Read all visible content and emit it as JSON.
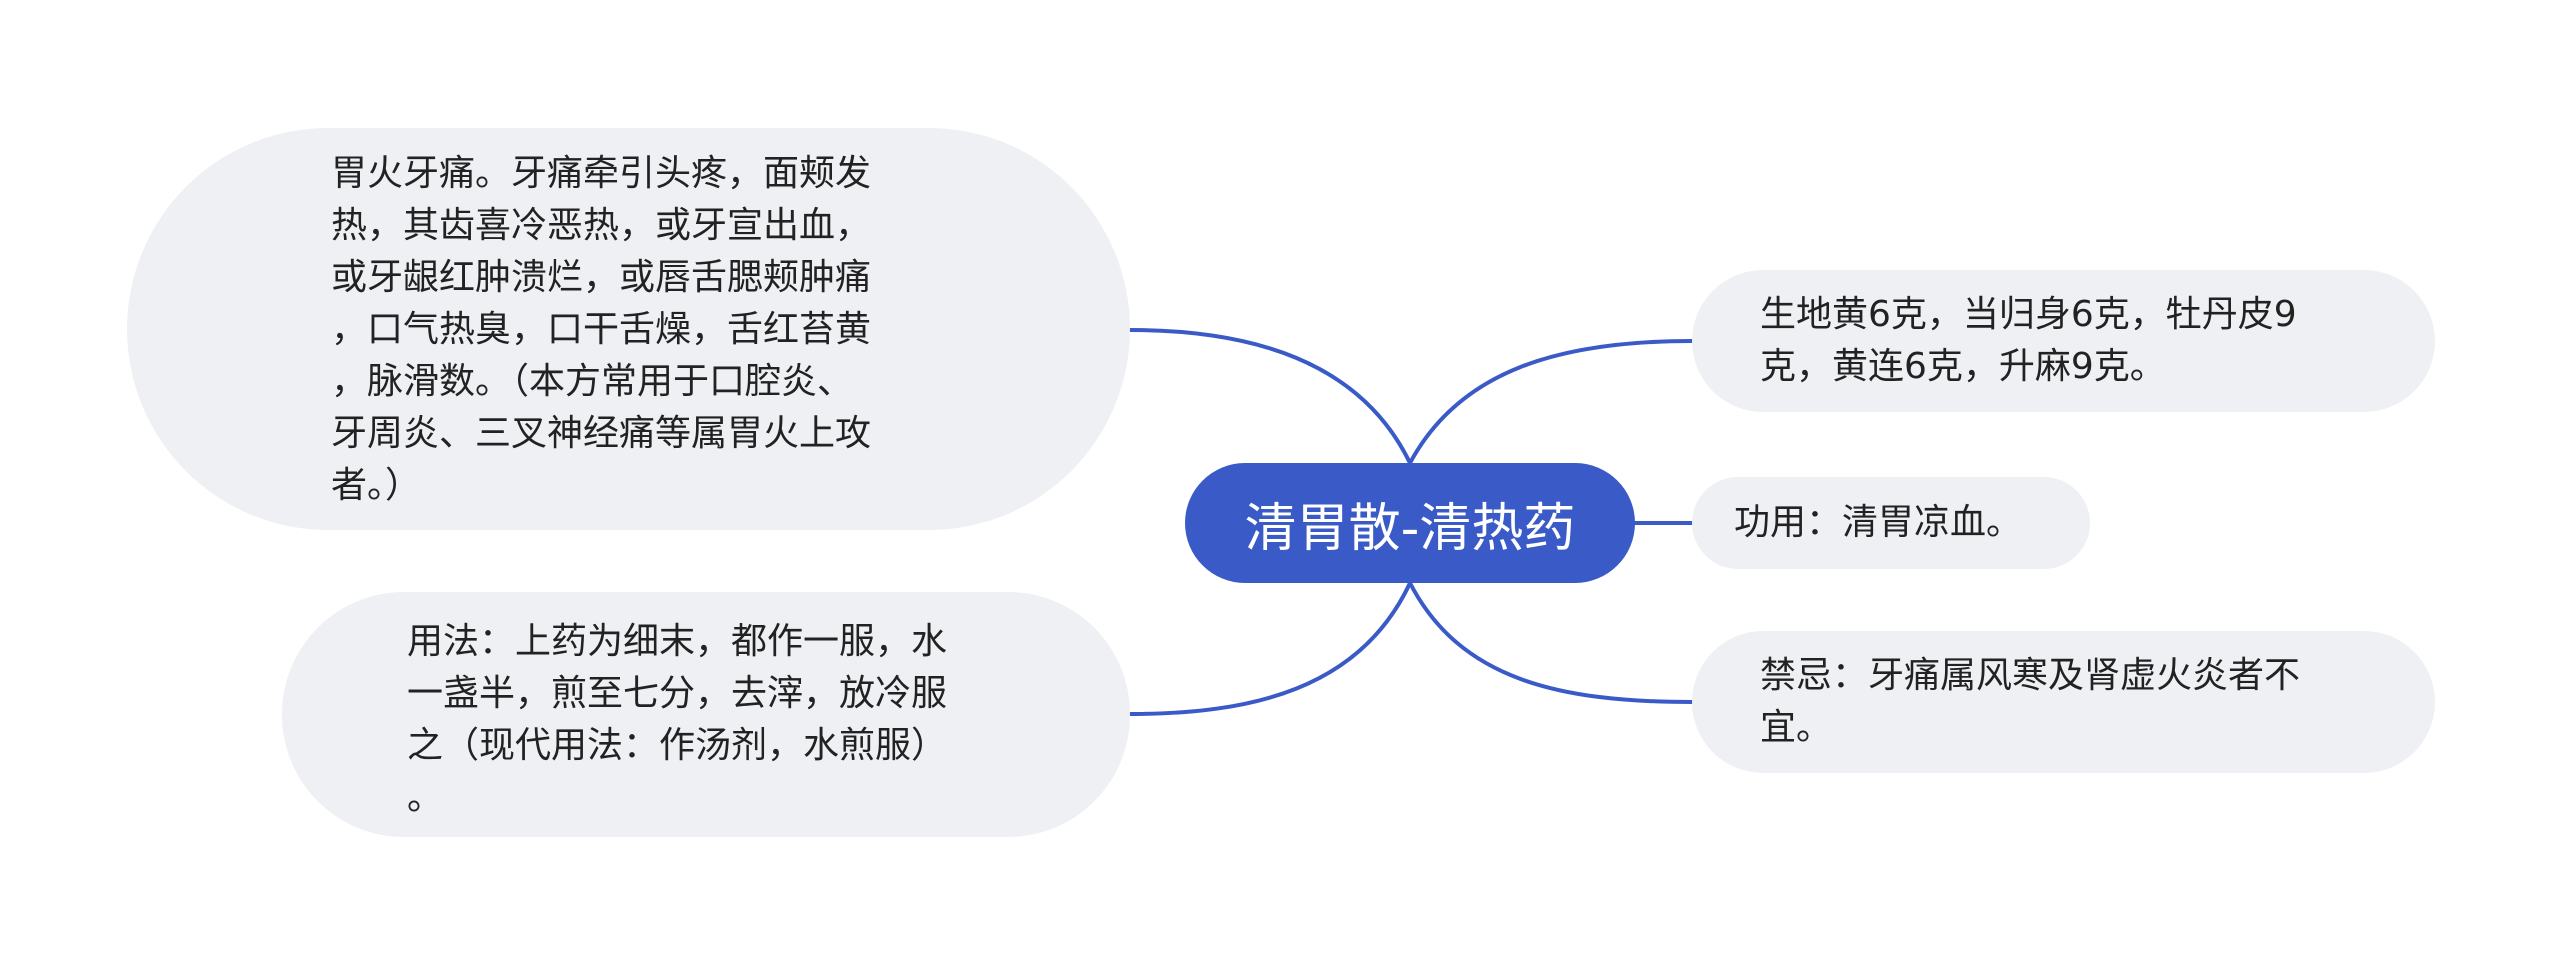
{
  "colors": {
    "accent": "#3a5bc7",
    "node_bg": "#eef0f3",
    "line": "#3a5bc7"
  },
  "center": {
    "label": "清胃散-清热药"
  },
  "branches": {
    "symptoms": "胃火牙痛。牙痛牵引头疼，面颊发\n热，其齿喜冷恶热，或牙宣出血，\n或牙龈红肿溃烂，或唇舌腮颊肿痛\n，口气热臭，口干舌燥，舌红苔黄\n，脉滑数。（本方常用于口腔炎、\n牙周炎、三叉神经痛等属胃火上攻\n者。）",
    "usage": "用法：上药为细末，都作一服，水\n一盏半，煎至七分，去滓，放冷服\n之（现代用法：作汤剂，水煎服）\n。",
    "ingredients": "生地黄6克，当归身6克，牡丹皮9\n克，黄连6克，升麻9克。",
    "function": "功用：清胃凉血。",
    "contraindication": "禁忌：牙痛属风寒及肾虚火炎者不\n宜。"
  }
}
